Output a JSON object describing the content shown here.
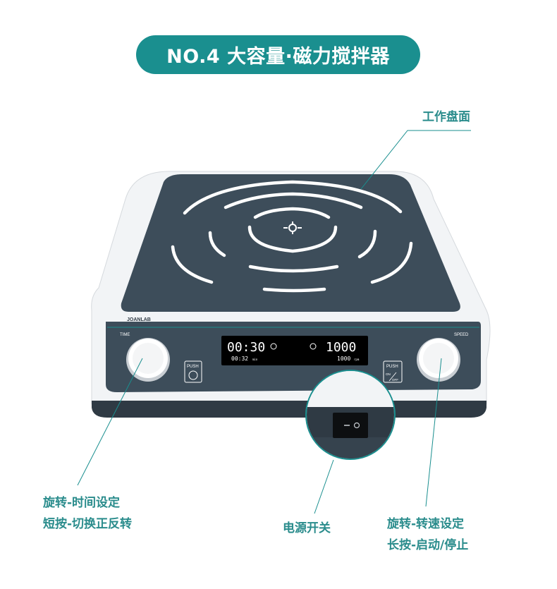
{
  "title": "NO.4 大容量·磁力搅拌器",
  "callouts": {
    "work_plate": "工作盘面",
    "left_knob_line1": "旋转-时间设定",
    "left_knob_line2": "短按-切换正反转",
    "power_switch": "电源开关",
    "right_knob_line1": "旋转-转速设定",
    "right_knob_line2": "长按-启动/停止"
  },
  "device": {
    "brand": "JOANLAB",
    "time_label": "TIME",
    "speed_label": "SPEED",
    "display_time": "00:30",
    "display_time_small": "00:32",
    "display_time_unit": "min",
    "display_speed": "1000",
    "display_speed_small": "1000",
    "display_speed_unit": "rpm",
    "push_left": "PUSH",
    "push_right": "PUSH",
    "on_off_on": "ON",
    "on_off_off": "OFF"
  },
  "colors": {
    "accent": "#1a8f8f",
    "plate": "#3d4d5a",
    "body": "#ffffff"
  }
}
